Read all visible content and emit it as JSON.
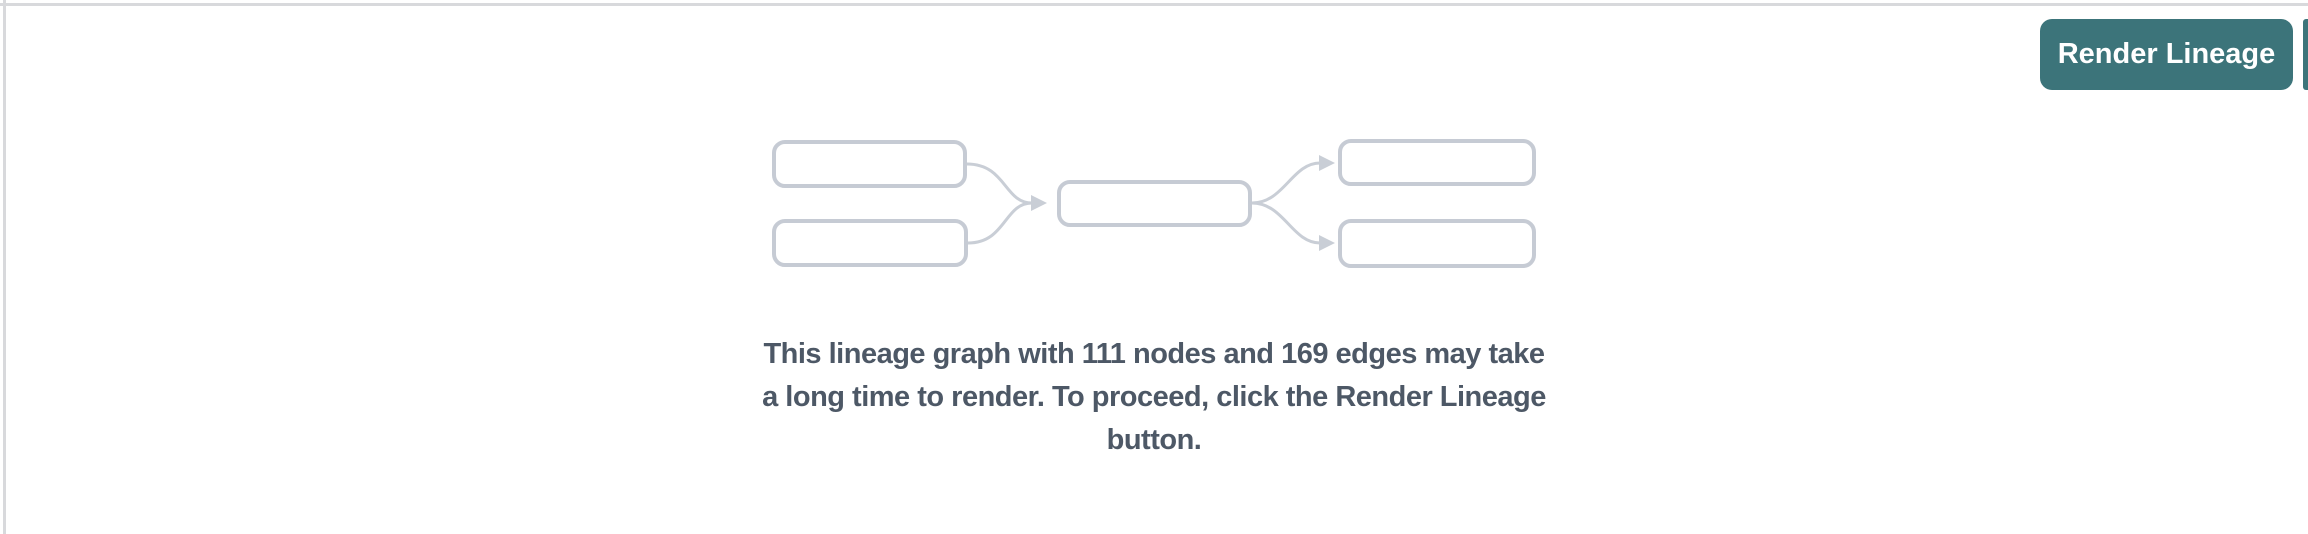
{
  "toolbar": {
    "render_button_label": "Render Lineage"
  },
  "empty_state": {
    "message": "This lineage graph with 111 nodes and 169 edges may take a long time to render. To proceed, click the Render Lineage button.",
    "message_lines": [
      "This lineage graph with 111 nodes and 169 edges may take",
      "a long time to render. To proceed, click the Render Lineage",
      "button."
    ],
    "node_count": "111",
    "edge_count": "169",
    "illustration": {
      "type": "lineage-graph-placeholder",
      "source_nodes": 2,
      "center_nodes": 1,
      "target_nodes": 2
    }
  },
  "colors": {
    "accent-teal": "#3c747a",
    "button-text": "#ffffff",
    "message-text": "#4d5866",
    "graph-border": "#c6cbd4",
    "graph-line": "#c9ced6",
    "panel-border": "#d8d9dc",
    "background": "#ffffff"
  }
}
